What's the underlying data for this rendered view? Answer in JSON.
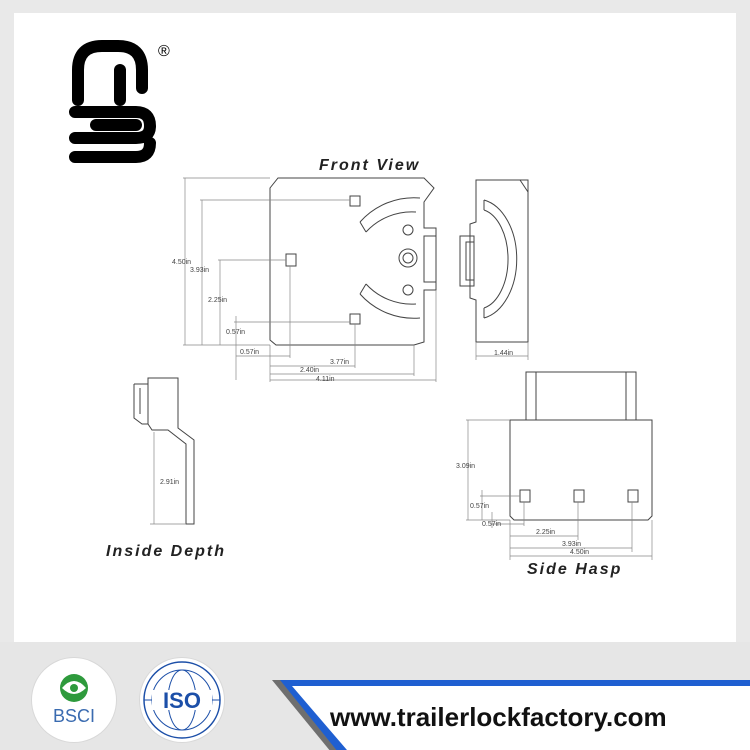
{
  "logo": {
    "registered_mark": "®"
  },
  "views": {
    "front_view": "Front View",
    "inside_depth": "Inside Depth",
    "side_hasp": "Side Hasp"
  },
  "dimensions": {
    "front": {
      "overall_height": "4.50in",
      "height_393": "3.93in",
      "height_225": "2.25in",
      "offset_057_v": "0.57in",
      "offset_057_h": "0.57in",
      "width_377": "3.77in",
      "width_240": "2.40in",
      "width_411": "4.11in"
    },
    "side_width": "1.44in",
    "inside_depth": "2.91in",
    "hasp": {
      "height_309": "3.09in",
      "offset_057_v": "0.57in",
      "offset_057_h": "0.57in",
      "width_225": "2.25in",
      "width_393": "3.93in",
      "width_450": "4.50in"
    }
  },
  "footer": {
    "bsci_label": "BSCI",
    "iso_label": "ISO",
    "website": "www.trailerlockfactory.com",
    "colors": {
      "accent": "#1f5fd1",
      "bsci_green": "#2e9a3c",
      "iso_blue": "#1c4fa8"
    }
  }
}
